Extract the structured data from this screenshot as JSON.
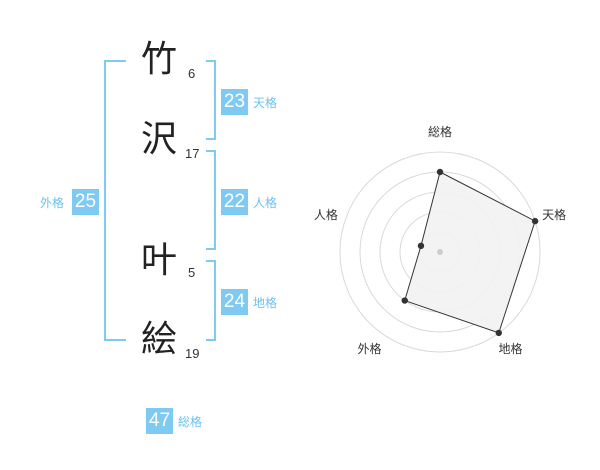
{
  "name": {
    "chars": [
      {
        "char": "竹",
        "strokes": "6"
      },
      {
        "char": "沢",
        "strokes": "17"
      },
      {
        "char": "叶",
        "strokes": "5"
      },
      {
        "char": "絵",
        "strokes": "19"
      }
    ]
  },
  "fortune": {
    "tenkaku": {
      "value": "23",
      "label": "天格"
    },
    "jinkaku": {
      "value": "22",
      "label": "人格"
    },
    "chikaku": {
      "value": "24",
      "label": "地格"
    },
    "gaikaku": {
      "value": "25",
      "label": "外格"
    },
    "soukaku": {
      "value": "47",
      "label": "総格"
    }
  },
  "chart_data": {
    "type": "radar",
    "axes": [
      "総格",
      "天格",
      "地格",
      "外格",
      "人格"
    ],
    "values": [
      4,
      5,
      5,
      3,
      1
    ],
    "max": 5,
    "rings": 5,
    "colors": {
      "fill": "#f2f2f2",
      "line": "#333333",
      "grid": "#d9d9d9",
      "center": "#cccccc"
    }
  }
}
